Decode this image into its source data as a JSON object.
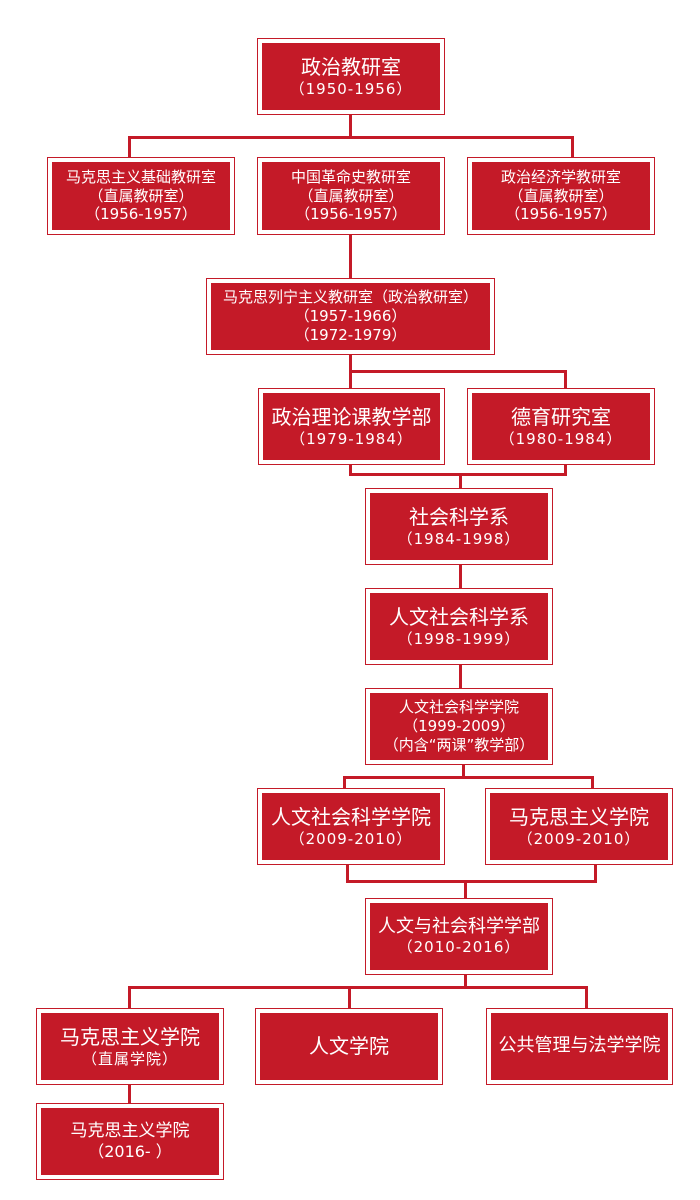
{
  "colors": {
    "accent": "#c41a28"
  },
  "boxes": [
    {
      "lines": [
        "政治教研室",
        "（1950-1956）"
      ]
    },
    {
      "lines": [
        "马克思主义基础教研室",
        "（直属教研室）",
        "（1956-1957）"
      ]
    },
    {
      "lines": [
        "中国革命史教研室",
        "（直属教研室）",
        "（1956-1957）"
      ]
    },
    {
      "lines": [
        "政治经济学教研室",
        "（直属教研室）",
        "（1956-1957）"
      ]
    },
    {
      "lines": [
        "马克思列宁主义教研室（政治教研室）",
        "（1957-1966）",
        "（1972-1979）"
      ]
    },
    {
      "lines": [
        "政治理论课教学部",
        "（1979-1984）"
      ]
    },
    {
      "lines": [
        "德育研究室",
        "（1980-1984）"
      ]
    },
    {
      "lines": [
        "社会科学系",
        "（1984-1998）"
      ]
    },
    {
      "lines": [
        "人文社会科学系",
        "（1998-1999）"
      ]
    },
    {
      "lines": [
        "人文社会科学学院",
        "（1999-2009）",
        "（内含“两课”教学部）"
      ]
    },
    {
      "lines": [
        "人文社会科学学院",
        "（2009-2010）"
      ]
    },
    {
      "lines": [
        "马克思主义学院",
        "（2009-2010）"
      ]
    },
    {
      "lines": [
        "人文与社会科学学部",
        "（2010-2016）"
      ]
    },
    {
      "lines": [
        "马克思主义学院",
        "（直属学院）"
      ]
    },
    {
      "lines": [
        "人文学院"
      ]
    },
    {
      "lines": [
        "公共管理与法学学院"
      ]
    },
    {
      "lines": [
        "马克思主义学院",
        "（2016-  ）"
      ]
    }
  ]
}
